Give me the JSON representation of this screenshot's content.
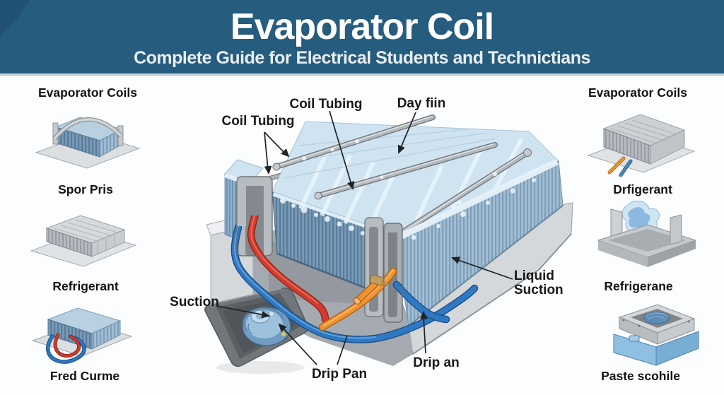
{
  "banner": {
    "title": "Evaporator Coil",
    "subtitle": "Complete Guide for Electrical Students and Technictians",
    "background": "#265c7e",
    "title_color": "#ffffff",
    "subtitle_color": "#e8eef2"
  },
  "left_column": {
    "labels": [
      "Evaporator Coils",
      "Spor Pris",
      "Refrigerant",
      "Fred Curme"
    ],
    "icons": [
      "strapped-evaporator-coil-icon",
      "flat-gray-coil-icon",
      "coil-with-looped-tubes-icon"
    ]
  },
  "right_column": {
    "labels": [
      "Evaporator Coils",
      "Drfigerant",
      "Refrigerane",
      "Paste scohile"
    ],
    "icons": [
      "gray-finned-coil-icon",
      "drip-tray-splash-icon",
      "coil-box-icon"
    ]
  },
  "diagram": {
    "callouts": [
      {
        "label": "Coil Tubing"
      },
      {
        "label": "Coil Tubing"
      },
      {
        "label": "Day fiin"
      },
      {
        "label": "Liquid Suction"
      },
      {
        "label": "Suction"
      },
      {
        "label": "Drip Pan"
      },
      {
        "label": "Drip an"
      }
    ],
    "colors": {
      "fin_blue": "#7b9ab6",
      "fin_light": "#a3bed3",
      "frost": "#e7f2fa",
      "metal_gray": "#b7bcc0",
      "pipe_red": "#d23b2d",
      "pipe_blue": "#2f78c3",
      "pipe_orange": "#f0922d",
      "pan_gray": "#71767b"
    }
  }
}
